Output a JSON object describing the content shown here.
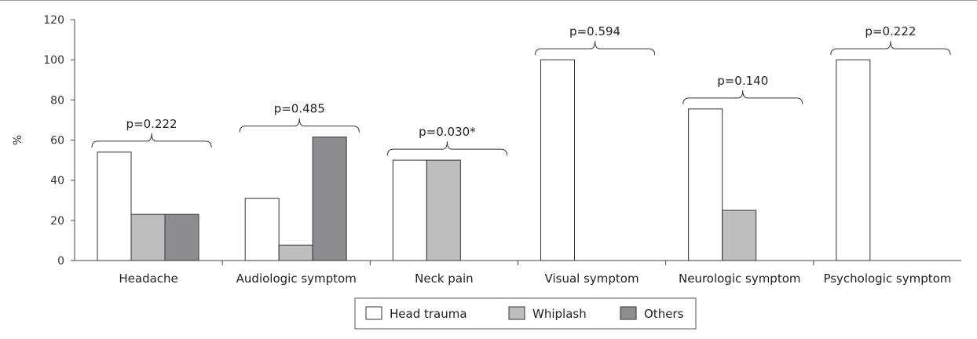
{
  "chart_data": {
    "type": "bar",
    "ylabel": "%",
    "ylim": [
      0,
      120
    ],
    "yticks": [
      0,
      20,
      40,
      60,
      80,
      100,
      120
    ],
    "categories": [
      "Headache",
      "Audiologic symptom",
      "Neck pain",
      "Visual symptom",
      "Neurologic symptom",
      "Psychologic symptom"
    ],
    "series": [
      {
        "name": "Head trauma",
        "color": "#ffffff",
        "values": [
          54,
          31,
          50,
          100,
          75.5,
          100
        ]
      },
      {
        "name": "Whiplash",
        "color": "#bebebe",
        "values": [
          23,
          7.7,
          50,
          0,
          25,
          0
        ]
      },
      {
        "name": "Others",
        "color": "#8d8d8f",
        "values": [
          23,
          61.5,
          0,
          0,
          0,
          0
        ]
      }
    ],
    "annotations": [
      "p=0.222",
      "p=0.485",
      "p=0.030*",
      "p=0.594",
      "p=0.140",
      "p=0.222"
    ],
    "legend_position": "bottom-center",
    "grid": false
  }
}
